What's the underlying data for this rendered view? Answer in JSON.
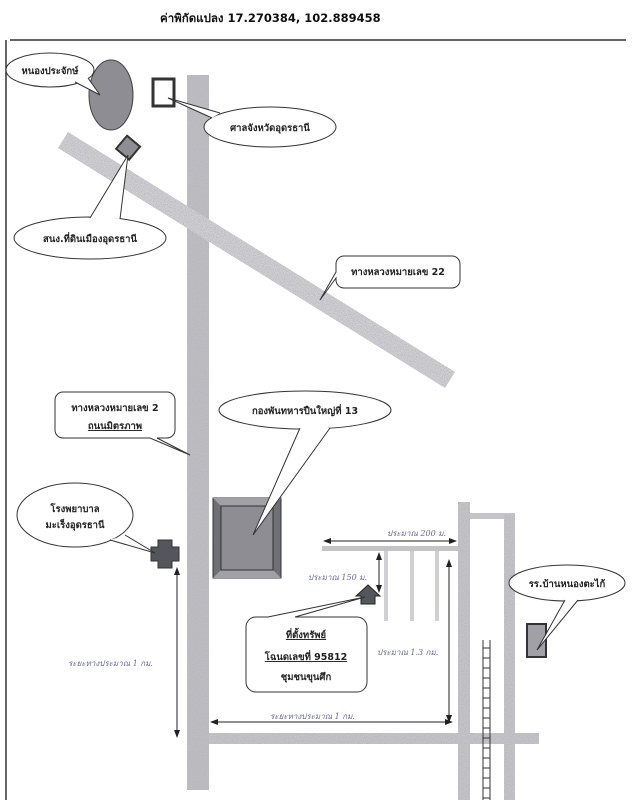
{
  "header": {
    "coordinates": "ค่าพิกัดแปลง 17.270384, 102.889458"
  },
  "landmarks": {
    "lake": "หนองประจักษ์",
    "court": "ศาลจังหวัดอุดรธานี",
    "land_office": "สนง.ที่ดินเมืองอุดรธานี",
    "highway22": "ทางหลวงหมายเลข 22",
    "highway2_line1": "ทางหลวงหมายเลข 2",
    "highway2_line2": "ถนนมิตรภาพ",
    "artillery": "กองพันทหารปืนใหญ่ที่ 13",
    "hospital_line1": "โรงพยาบาล",
    "hospital_line2": "มะเร็งอุดรธานี",
    "school": "รร.บ้านหนองตะไก้"
  },
  "property": {
    "title": "ที่ตั้งทรัพย์",
    "deed": "โฉนดเลขที่  95812",
    "community": "ชุมชนขุนศึก"
  },
  "distances": {
    "d200": "ประมาณ  200 ม.",
    "d150": "ประมาณ  150 ม.",
    "d13": "ประมาณ  1.3 กม.",
    "d1_horizontal": "ระยะทางประมาณ  1 กม.",
    "d1_vertical": "ระยะทางประมาณ  1 กม."
  },
  "colors": {
    "road": "#9a9a9a",
    "building": "#8c8c8c",
    "dark": "#4a4a4a",
    "distance_text": "#6a6a9a"
  }
}
